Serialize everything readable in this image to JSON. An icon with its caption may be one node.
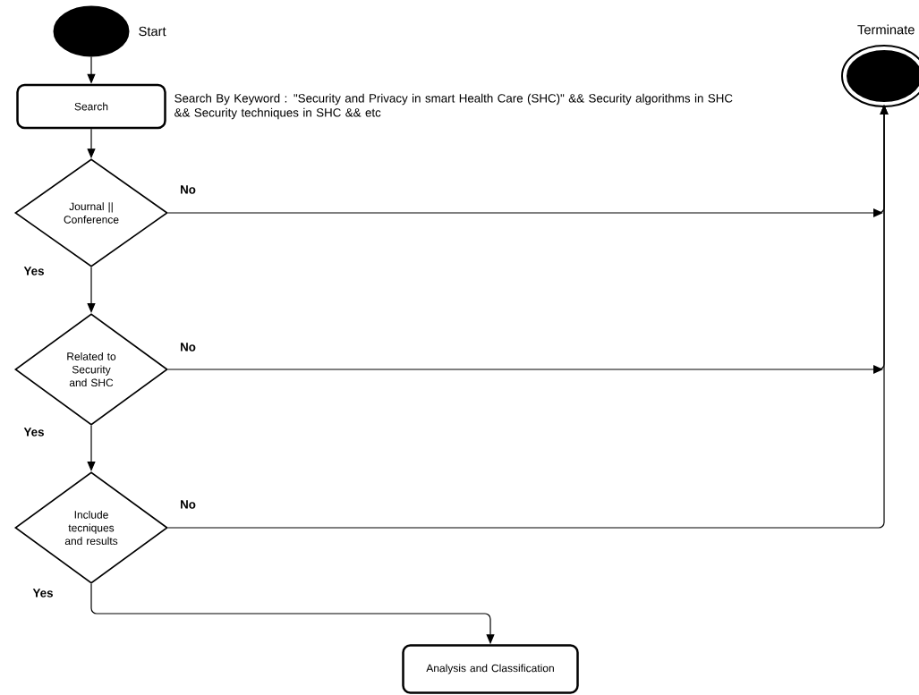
{
  "diagram": {
    "nodes": [
      {
        "text": [],
        "shape": "circle",
        "beside": [
          "Start"
        ]
      },
      {
        "text": [
          "Search"
        ],
        "beside": [
          "Search By Keyword : \"Security and Privacy in smart Health Care (SHC)\" && Security algorithms in SHC && Security techniques in SHC && etc"
        ]
      },
      {
        "text": [
          "Journal || Conference"
        ]
      },
      {
        "text": [
          "Related to Security and SHC"
        ]
      },
      {
        "text": [
          "Include tecniques and results"
        ]
      },
      {
        "text": [
          "Analysis and Classification"
        ]
      },
      {
        "text": [],
        "shape": "circle",
        "beside": [
          "Terminate"
        ]
      }
    ],
    "edges": [
      {
        "from": 0,
        "to": 1,
        "arrow": "to"
      },
      {
        "from": 1,
        "to": 2,
        "arrow": "to"
      },
      {
        "from": 2,
        "to": 3,
        "arrow": "to",
        "label": "Yes"
      },
      {
        "from": 3,
        "to": 4,
        "arrow": "to",
        "label": "Yes"
      },
      {
        "from": 4,
        "to": 5,
        "arrow": "to",
        "label": "Yes"
      },
      {
        "from": 2,
        "to": 6,
        "arrow": "to",
        "label": "No"
      },
      {
        "from": 3,
        "to": 6,
        "arrow": "to",
        "label": "No"
      },
      {
        "from": 4,
        "to": 6,
        "arrow": "to",
        "label": "No"
      }
    ]
  }
}
